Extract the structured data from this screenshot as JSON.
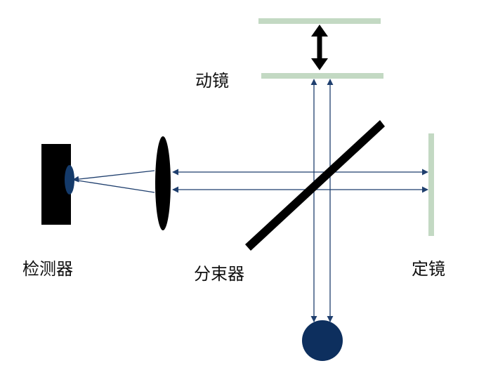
{
  "labels": {
    "moving_mirror": "动镜",
    "detector": "检测器",
    "beam_splitter": "分束器",
    "fixed_mirror": "定镜"
  },
  "colors": {
    "mirror": "#c3d9c3",
    "beam_splitter": "#000000",
    "ray": "#1f3f6e",
    "source": "#0d2f5e",
    "detector_body": "#000000",
    "detector_window": "#143a6a",
    "lens": "#000000",
    "arrow": "#000000"
  },
  "icons": {
    "source": "source-circle-icon",
    "detector": "detector-block-icon",
    "lens": "lens-ellipse-icon",
    "movement": "double-arrow-icon"
  }
}
